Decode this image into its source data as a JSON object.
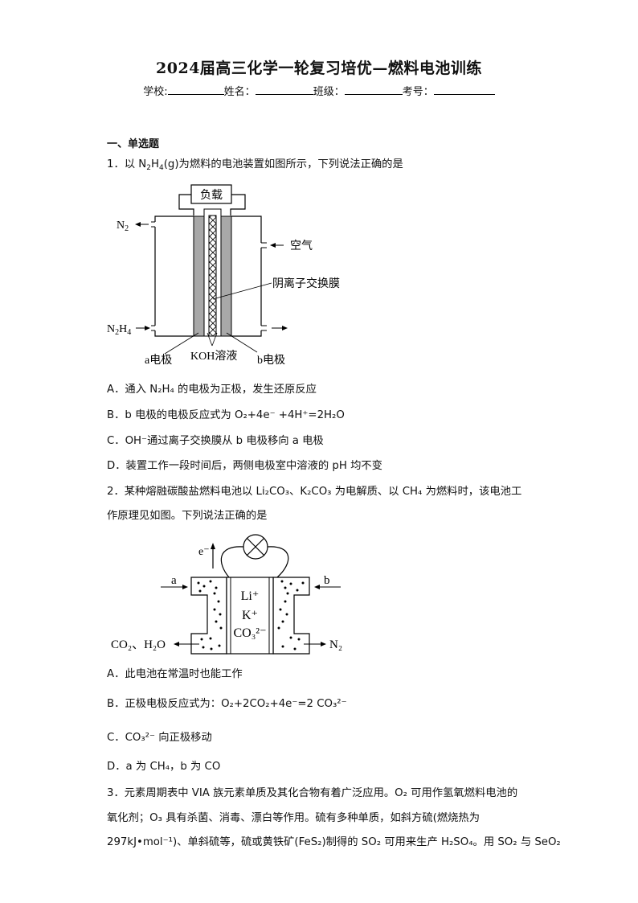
{
  "header": {
    "title": "2024届高三化学一轮复习培优—燃料电池训练",
    "fields": [
      {
        "label": "学校:",
        "value": ""
      },
      {
        "label": "姓名：",
        "value": ""
      },
      {
        "label": "班级：",
        "value": ""
      },
      {
        "label": "考号：",
        "value": ""
      }
    ]
  },
  "section": {
    "title": "一、单选题"
  },
  "questions": [
    {
      "number": "1．",
      "stem_parts": [
        "以 N",
        "2",
        "H",
        "4",
        "(g)为燃料的电池装置如图所示，下列说法正确的是"
      ],
      "diagram": {
        "load_label": "负载",
        "n2_out": "N2",
        "air_in": "空气",
        "membrane_label": "阴离子交换膜",
        "n2h4_in": "N2H4",
        "electrode_a": "a电极",
        "electrolyte": "KOH溶液",
        "electrode_b": "b电极"
      },
      "options": [
        {
          "label": "A．",
          "text": "通入 N₂H₄ 的电极为正极，发生还原反应"
        },
        {
          "label": "B．",
          "text": "b 电极的电极反应式为 O₂+4e⁻ +4H⁺=2H₂O"
        },
        {
          "label": "C．",
          "text": "OH⁻通过离子交换膜从 b 电极移向 a 电极"
        },
        {
          "label": "D．",
          "text": "装置工作一段时间后，两侧电极室中溶液的 pH 均不变"
        }
      ]
    },
    {
      "number": "2．",
      "stem_line1": "某种熔融碳酸盐燃料电池以 Li₂CO₃、K₂CO₃ 为电解质、以 CH₄ 为燃料时，该电池工",
      "stem_line2": "作原理见如图。下列说法正确的是",
      "diagram": {
        "electron": "e⁻",
        "in_a": "a",
        "in_b": "b",
        "ion1": "Li⁺",
        "ion2": "K⁺",
        "ion3": "CO₃²⁻",
        "out_left": "CO₂、H₂O",
        "out_right": "N₂"
      },
      "options": [
        {
          "label": "A．",
          "text": "此电池在常温时也能工作"
        },
        {
          "label": "B．",
          "text": "正极电极反应式为：O₂+2CO₂+4e⁻=2 CO₃²⁻"
        },
        {
          "label": "C．",
          "text": "CO₃²⁻ 向正极移动"
        },
        {
          "label": "D．",
          "text": "a 为 CH₄，b 为 CO"
        }
      ]
    },
    {
      "number": "3．",
      "lines": [
        "元素周期表中 VIA 族元素单质及其化合物有着广泛应用。O₂ 可用作氢氧燃料电池的",
        "氧化剂；O₃ 具有杀菌、消毒、漂白等作用。硫有多种单质，如斜方硫(燃烧热为",
        "297kJ•mol⁻¹)、单斜硫等，硫或黄铁矿(FeS₂)制得的 SO₂ 可用来生产 H₂SO₄。用 SO₂ 与 SeO₂"
      ]
    }
  ]
}
